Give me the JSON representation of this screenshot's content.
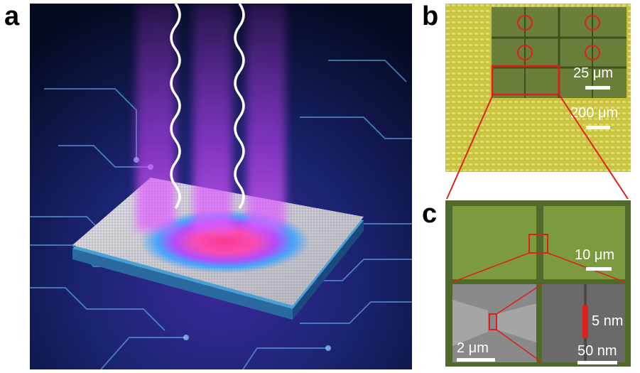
{
  "figure": {
    "panel_labels": {
      "a": "a",
      "b": "b",
      "c": "c"
    },
    "panel_b": {
      "scalebar_inset": "25 μm",
      "scalebar_main": "200 μm"
    },
    "panel_c": {
      "scalebar_top": "10 μm",
      "scalebar_bottom_left": "2 μm",
      "scalebar_bottom_right": "50 nm",
      "gap_label": "5 nm"
    }
  },
  "colors": {
    "highlight": "#e01e1e",
    "chip_yellow": "#c8c33c",
    "chip_green": "#5c7a3a",
    "beam_magenta": "#d040ff",
    "circuit_blue": "#1a2a8a"
  }
}
